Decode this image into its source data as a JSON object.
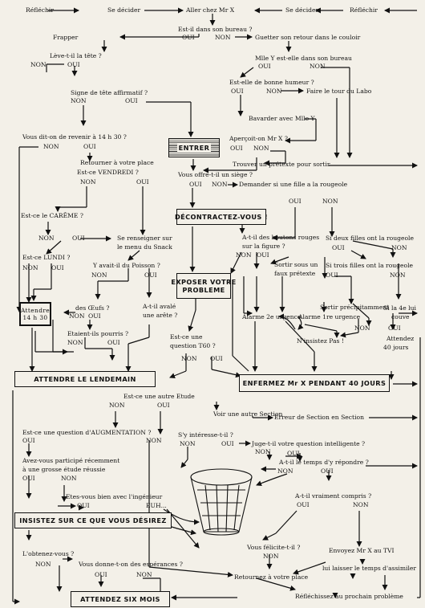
{
  "top_bar": {
    "reflechir_left": "Réfléchir",
    "se_decider_left": "Se décider",
    "aller_chez": "Aller chez Mr X",
    "se_decider_right": "Se décider",
    "reflechir_right": "Réfléchir"
  },
  "labels": {
    "oui": "OUI",
    "non": "NON"
  },
  "nodes": {
    "est_il_dans_son_bureau": "Est-il dans son bureau ?",
    "frapper": "Frapper",
    "guetter_son_retour": "Guetter son retour dans le couloir",
    "leve_t_il_la_tete": "Lève-t-il la tête ?",
    "mlle_y_est_elle": "Mlle Y est-elle dans son bureau",
    "signe_de_tete": "Signe de tête affirmatif ?",
    "est_elle_de_bonne_humeur": "Est-elle de bonne humeur ?",
    "faire_le_tour": "Faire le tour du Labo",
    "bavarder_avec_mlle_y": "Bavarder avec Mlle Y",
    "vous_dit_on_revenir": "Vous dit-on de revenir à 14 h 30 ?",
    "entrer": "ENTRER",
    "apercoit_on": "Aperçoit-on Mr X ?",
    "retourner_place_1": "Retourner à votre place",
    "est_ce_vendredi": "Est-ce  VENDREDI ?",
    "trouver_pretexte": "Trouver un prétexte pour sortir",
    "vous_offre_t_il": "Vous offre-t-il un siège ?",
    "demander_fille": "Demander si une fille a la rougeole",
    "est_ce_le_careme": "Est-ce le CARÊME ?",
    "decontractez_vous": "DÉCONTRACTEZ-VOUS !",
    "boutons_rouges_1": "A-t-il des boutons rouges",
    "boutons_rouges_2": "sur la figure ?",
    "deux_filles_1": "Si deux filles ont la rougeole",
    "deux_filles_2": "Sortir sous un",
    "renseigner_1": "Se renseigner sur",
    "renseigner_2": "le menu du Snack",
    "est_ce_lundi": "Est-ce LUNDI ?",
    "poisson": "Y avait-il du Poisson ?",
    "faux_pretexte": "faux prétexte",
    "trois_filles": "Si trois filles ont la rougeole",
    "exposer_1": "EXPOSER VOTRE",
    "exposer_2": "PROBLEME",
    "attendre_1": "Attendre",
    "attendre_2": "14 h 30",
    "des_oeufs": "des Œufs ?",
    "arete_1": "A-t-il avalé",
    "arete_2": "une arête ?",
    "sortir_precip": "Sortir précipitamment",
    "si_la_4e": "Si la 4e lui",
    "couve": "couve",
    "alarme_2": "Alarme 2e urgence",
    "alarme_1": "Alarme 1re urgence",
    "etaient_ils_pourris": "Etaient-ils pourris ?",
    "est_ce_une_question": "Est-ce une",
    "question_t60": "question T60 ?",
    "n_insistez_pas": "N'insistez Pas !",
    "attendez_40_1": "Attendez",
    "attendez_40_2": "40 jours",
    "attendre_le_lendemain": "ATTENDRE  LE  LENDEMAIN",
    "enfermez": "ENFERMEZ Mr X PENDANT 40 JOURS",
    "autre_etude": "Est-ce une autre Etude",
    "voir_autre_section": "Voir une autre Section",
    "erreur_de_section": "Erreur de Section en Section",
    "augmentation": "Est-ce une question d'AUGMENTATION ?",
    "s_y_interesse": "S'y intéresse-t-il ?",
    "juge_t_il": "Juge-t-il votre question intelligente ?",
    "etude_reussie_1": "Avez-vous participé récemment",
    "etude_reussie_2": "à une grosse étude réussie",
    "temps_repondre": "A-t-il le temps d'y répondre ?",
    "ingenieur": "Etes-vous bien avec l'ingénieur",
    "euh": "EUH...",
    "vraiment_compris": "A-t-il vraiment compris ?",
    "insistez": "INSISTEZ SUR CE QUE VOUS DÉSIREZ",
    "l_obtenez_vous": "L'obtenez-vous ?",
    "felicite": "Vous félicite-t-il ?",
    "envoyez_tvi": "Envoyez Mr X au TVI",
    "esperances": "Vous donne-t-on des espérances ?",
    "temps_assimiler": "lui laisser le temps d'assimiler",
    "retournez_place": "Retournez à votre place",
    "reflechissez": "Réfléchissez au prochain problème",
    "attendez_six_mois": "ATTENDEZ SIX MOIS"
  },
  "icons": {
    "wastebasket": "wastebasket-icon"
  }
}
